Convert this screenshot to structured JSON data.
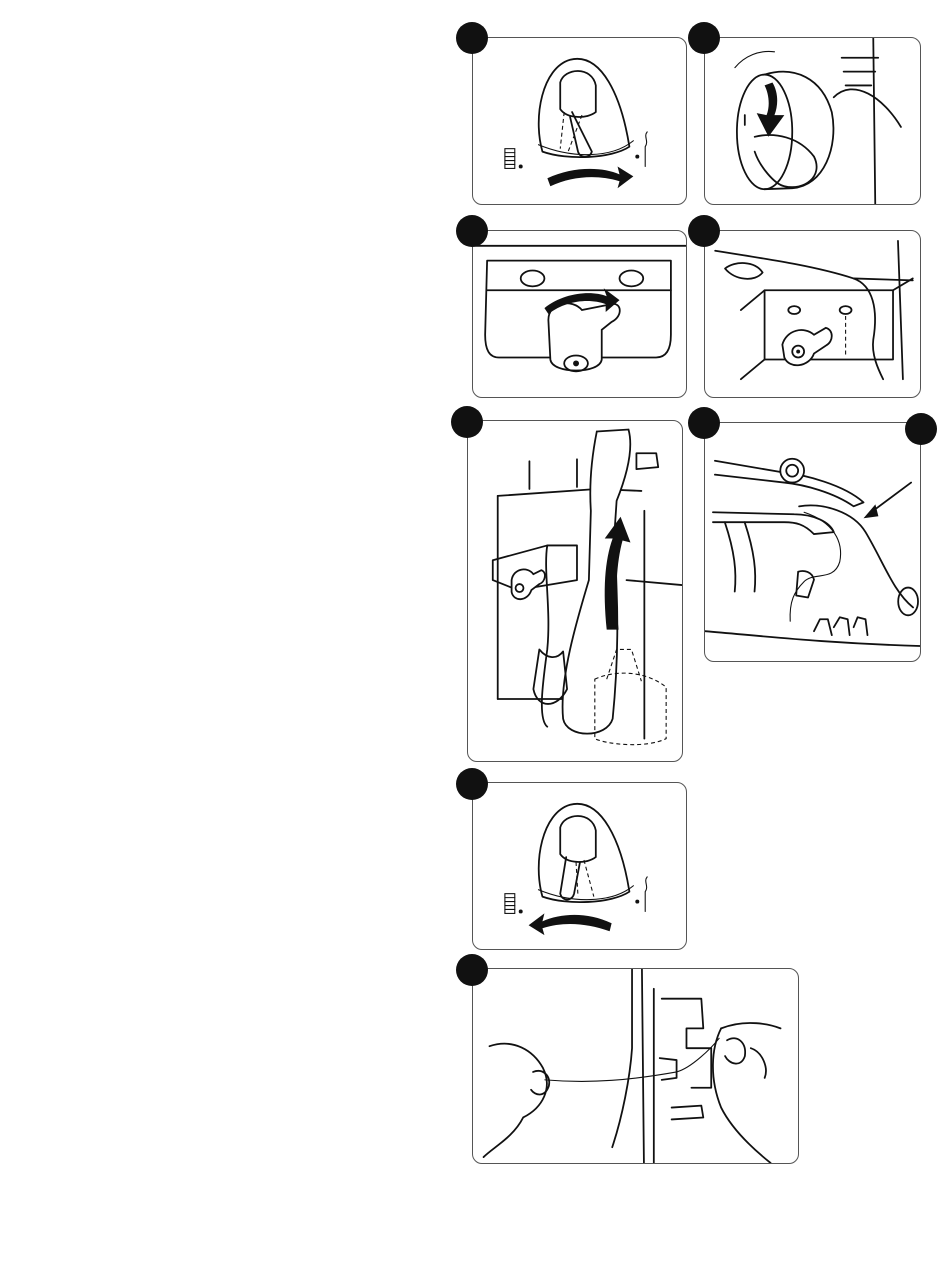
{
  "page": {
    "description_free": true,
    "panels": [
      {
        "id": "p1",
        "icon": "lever-dial-icon"
      },
      {
        "id": "p2",
        "icon": "handwheel-icon"
      },
      {
        "id": "p3",
        "icon": "knob-turn-icon"
      },
      {
        "id": "p4",
        "icon": "knob-bracket-icon"
      },
      {
        "id": "p5",
        "icon": "lever-raise-icon"
      },
      {
        "id": "p6",
        "icon": "thread-guide-icon"
      },
      {
        "id": "p7",
        "icon": "lever-dial-return-icon"
      },
      {
        "id": "p8",
        "icon": "thread-pull-icon"
      }
    ]
  },
  "colors": {
    "ink": "#111111",
    "border": "#555555",
    "paper": "#ffffff"
  }
}
